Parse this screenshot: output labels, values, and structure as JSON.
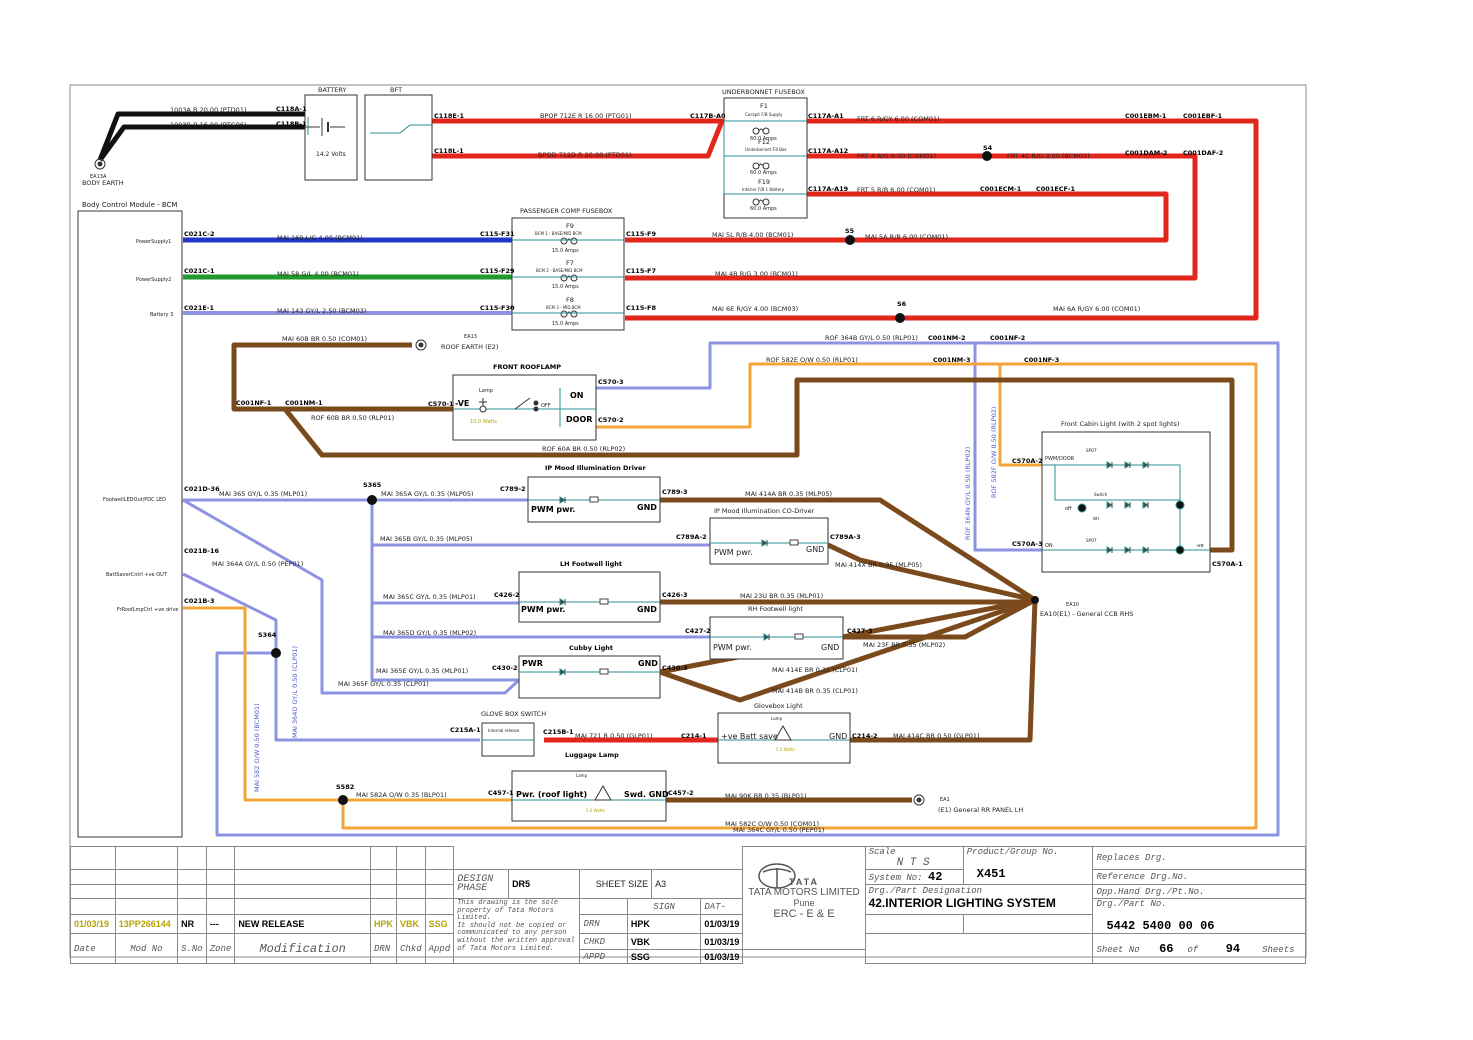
{
  "colors": {
    "brown": "#7a4a1c",
    "red": "#e3261c",
    "blue": "#3946c8",
    "green": "#1f9a2b",
    "violet": "#8c93e0",
    "orange": "#f3a53a",
    "black": "#111111",
    "teal": "#2a8f8f"
  },
  "icons": [
    "ground-symbol-icon",
    "fuse-icon",
    "lamp-icon",
    "switch-icon",
    "battery-icon",
    "led-icon",
    "tata-logo-icon"
  ],
  "top": {
    "w1003a": "1003A  B  20.00  (PTD01)",
    "w1003b": "1003B  B  16.00  (PTG06)",
    "c118a1": "C118A-1",
    "c118b1": "C118B-1",
    "ea13a": "EA13A",
    "body_earth": "BODY EARTH",
    "battery": "BATTERY",
    "bft": "BFT",
    "volts": "14.2 Volts",
    "c118e1": "C118E-1",
    "c118l1": "C118L-1",
    "w712e": "BPOP      712E   R   16.00   (PTG01)",
    "w712d": "BPOD       712D   R   20.00   (PTD01)",
    "c117b": "C117B-A0",
    "ubfb": "UNDERBONNET FUSEBOX",
    "f1": "F1",
    "f1d": "Cockpit F/B Supply",
    "f1a": "60.0 Amps",
    "f12": "F12",
    "f12d": "Underbonnet Fill Box",
    "f12a": "60.0 Amps",
    "f19": "F19",
    "f19d": "Interior F/B 1 Battery",
    "f19a": "60.0 Amps",
    "c117a1": "C117A-A1",
    "c117a12": "C117A-A12",
    "c117a19": "C117A-A19",
    "w6": "FRT      6   R/GY   6.00   (COM01)",
    "w4": "FRT      4   R/G   6.00   (COM01)",
    "w5": "FRT      5   R/B   6.00   (COM01)",
    "s4": "S4",
    "w4c": "FRT      4C   R/G   3.00   (BCM01)",
    "c001ebm": "C001EBM-1",
    "c001ebf": "C001EBF-1",
    "c001dam": "C001DAM-2",
    "c001daf": "C001DAF-2",
    "c001ecm": "C001ECM-1",
    "c001ecf": "C001ECF-1"
  },
  "bcm": {
    "title": "Body Control Module - BCM",
    "ps1": "PowerSupply1",
    "ps2": "PowerSupply2",
    "bat3": "Battery 3",
    "footwell": "FootwellLEDOut/PDC LED",
    "battsaver": "BattSaverCntrl +ve OUT",
    "frroof": "FrRoofLmpCtrl +ve drive",
    "c021c2": "C021C-2",
    "c021c1": "C021C-1",
    "c021e1": "C021E-1",
    "c021d36": "C021D-36",
    "c021b16": "C021B-16",
    "c021b3": "C021B-3"
  },
  "pcfb": {
    "title": "PASSENGER COMP FUSEBOX",
    "f9": "F9",
    "f9d": "BCM 1 - BASE/MID BCM",
    "f9a": "15.0 Amps",
    "f7": "F7",
    "f7d": "BCM 2 - BASE/MID BCM",
    "f7a": "15.0 Amps",
    "f8": "F8",
    "f8d": "BCM 3 - MID BCM",
    "f8a": "15.0 Amps",
    "c115f31": "C115-F31",
    "c115f29": "C115-F29",
    "c115f30": "C115-F30",
    "c115f9": "C115-F9",
    "c115f7": "C115-F7",
    "c115f8": "C115-F8",
    "w169": "MAI      169   L/G   4.00   (BCM01)",
    "w58": "MAI      58   G/L   4.00   (BCM01)",
    "w143": "MAI      143   GY/L   2.50   (BCM03)",
    "w5l": "MAI      5L   R/B   4.00   (BCM01)",
    "s5": "S5",
    "w5a": "MAI    5A   R/B   6.00   (COM01)",
    "w4b": "MAI     4B   R/G   3.00   (BCM01)",
    "w6e": "MAI      6E   R/GY   4.00   (BCM03)",
    "s6": "S6",
    "w6a": "MAI      6A   R/GY   6.00   (COM01)"
  },
  "roof": {
    "w60b": "MAI      60B   BR   0.50   (COM01)",
    "ea13": "EA13",
    "roof_earth": "ROOF EARTH (E2)",
    "front_rooflamp": "FRONT ROOFLAMP",
    "lamp": "Lamp",
    "watts10": "10.0 Watts",
    "neg": "-VE",
    "on": "ON",
    "off": "OFF",
    "door": "DOOR",
    "c570_1": "C570-1",
    "c570_3": "C570-3",
    "c570_2": "C570-2",
    "c001nf1": "C001NF-1",
    "c001nm1": "C001NM-1",
    "w60bb": "ROF      60B   BR   0.50   (RLP01)",
    "w60a": "ROF  60A   BR   0.50   (RLP02)",
    "w364b": "ROF   364B   GY/L   0.50   (RLP01)",
    "c001nm2": "C001NM-2",
    "c001nf2": "C001NF-2",
    "w582e": "ROF   582E   O/W   0.50   (RLP01)",
    "c001nm3": "C001NM-3",
    "c001nf3": "C001NF-3",
    "v364n": "ROF   364N   GY/L   0.50   (RLP02)",
    "v582f": "ROF   582F   O/W   0.50   (RLP02)"
  },
  "fcl": {
    "title": "Front Cabin Light (with 2 spot lights)",
    "c570a2": "C570A-2",
    "c570a3": "C570A-3",
    "c570a1": "C570A-1",
    "pwmdoor": "PWM/DOOR",
    "spot": "SPOT",
    "switch": "Switch",
    "off": "off",
    "on": "on",
    "on2": "ON",
    "neg": "-ve"
  },
  "mid": {
    "w365": "MAI      365   GY/L   0.35   (MLP01)",
    "s365": "S365",
    "w365a": "MAI      365A   GY/L   0.35   (MLP05)",
    "ipd": "IP Mood Illumination Driver",
    "c789_2": "C789-2",
    "c789_3": "C789-3",
    "pwm": "PWM pwr.",
    "gnd": "GND",
    "w414a": "MAI      414A   BR   0.35   (MLP05)",
    "ipcd": "IP Mood Illumination CO-Driver",
    "w365b": "MAI   365B   GY/L   0.35   (MLP05)",
    "c789a2": "C789A-2",
    "c789a3": "C789A-3",
    "w414x": "MAI      414X   BR   0.35   (MLP05)",
    "lhf": "LH Footwell light",
    "w365c": "MAI   365C   GY/L   0.35   (MLP01)",
    "c426_2": "C426-2",
    "c426_3": "C426-3",
    "w23u": "MAI      23U   BR   0.35   (MLP01)",
    "ea10": "EA10",
    "ea10d": "EA10(E1) - General CCB RHS",
    "rhf": "RH Footwell light",
    "w365d": "MAI      365D   GY/L   0.35   (MLP02)",
    "c427_2": "C427-2",
    "c427_3": "C427-3",
    "w23f": "MAI      23F   BR   0.35   (MLP02)",
    "cubby": "Cubby Light",
    "w365e": "MAI   365E   GY/L   0.35   (MLP01)",
    "c430_2": "C430-2",
    "c430_3": "C430-3",
    "pwr": "PWR",
    "w414e": "MAI      414E   BR   0.35   (CLP01)",
    "w414b": "MAI      414B   BR   0.35   (CLP01)",
    "w365f": "MAI      365F   GY/L   0.35   (CLP01)",
    "w364a": "MAI      364A   GY/L   0.50   (PEP01)",
    "s364": "S364",
    "v364d": "MAI   364D   GY/L   0.50   (CLP01)",
    "v582b": "MAI   582   O/W   0.50   (BCM01)"
  },
  "glove": {
    "switch": "GLOVE BOX SWITCH",
    "internal": "Internal release",
    "c215a1": "C215A-1",
    "c215b1": "C215B-1",
    "w721": "MAI      721   R   0.50   (GLP01)",
    "c214_1": "C214-1",
    "light": "Glovebox Light",
    "lamp": "Lamp",
    "batt": "+ve Batt save",
    "gnd": "GND",
    "watts": "5.0 Watts",
    "c214_2": "C214-2",
    "w414c": "MAI      414C   BR   0.50   (GLP01)"
  },
  "lug": {
    "title": "Luggage Lamp",
    "s582": "S582",
    "w582a": "MAI      582A   O/W   0.35   (BLP01)",
    "c457_1": "C457-1",
    "c457_2": "C457-2",
    "pwr": "Pwr. (roof light)",
    "sgnd": "Swd. GND",
    "lamp": "Lamp",
    "watts": "5.0 Watts",
    "w90k": "MAI      90K   BR   0.35   (BLP01)",
    "ea1": "EA1",
    "ea1d": "(E1) General RR PANEL LH",
    "w582c": "MAI      582C   O/W   0.50   (COM01)",
    "w364c": "MAI   364C   GY/L   0.50   (PEP01)"
  },
  "tb": {
    "date": "01/03/19",
    "modno": "13PP266144",
    "sno": "NR",
    "zone": "---",
    "mod": "NEW RELEASE",
    "hpk": "HPK",
    "vbk": "VBK",
    "ssg": "SSG",
    "h_date": "Date",
    "h_modno": "Mod No",
    "h_sno": "S.No",
    "h_zone": "Zone",
    "h_mod": "Modification",
    "h_drn": "DRN",
    "h_chkd": "Chkd",
    "h_appd": "Appd",
    "design": "DESIGN",
    "phase": "PHASE",
    "phase_v": "DR5",
    "sheet_size": "SHEET SIZE",
    "sheet_size_v": "A3",
    "legal1": "This drawing is the sole",
    "legal2": "property of Tata Motors",
    "legal3": "Limited.",
    "legal4": "  It should not be copied or",
    "legal5": "communicated to any person",
    "legal6": "without the written approval",
    "legal7": "of Tata Motors Limited.",
    "sign": "SIGN",
    "dat": "DAT-",
    "drn": "DRN",
    "chkd": "CHKD",
    "appd": "APPD",
    "d1": "01/03/19",
    "d2": "01/03/19",
    "d3": "01/03/19",
    "logo": "TATA",
    "company": "TATA MOTORS LIMITED",
    "city": "Pune",
    "dept": "ERC - E & E",
    "scale": "Scale",
    "nts": "N T S",
    "sysno": "System No:",
    "sysno_v": "42",
    "product": "Product/Group No.",
    "product_v": "X451",
    "drg": "Drg./Part Designation",
    "drg_v": "42.INTERIOR LIGHTING SYSTEM",
    "replaces": "Replaces Drg.",
    "reference": "Reference Drg.No.",
    "opphand": "Opp.Hand Drg./Pt.No.",
    "partno": "Drg./Part No.",
    "partno_v": "5442 5400 00 06",
    "sheetno": "Sheet No",
    "sheet_v": "66",
    "of": "of",
    "total": "94",
    "sheets": "Sheets"
  }
}
